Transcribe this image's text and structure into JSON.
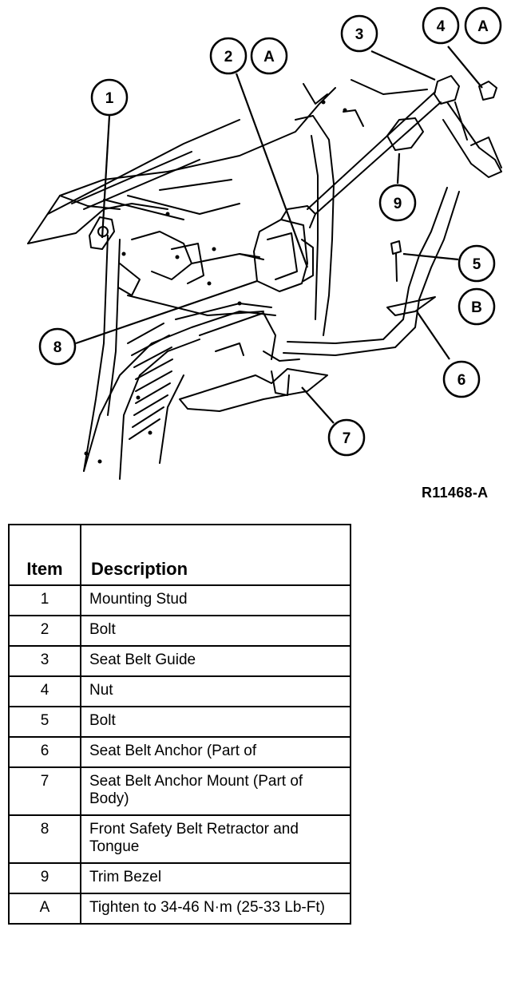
{
  "figure": {
    "id": "R11468-A",
    "callouts": [
      {
        "key": "c1",
        "label": "1"
      },
      {
        "key": "c2",
        "label": "2"
      },
      {
        "key": "c2a",
        "label": "A"
      },
      {
        "key": "c3",
        "label": "3"
      },
      {
        "key": "c4",
        "label": "4"
      },
      {
        "key": "c4a",
        "label": "A"
      },
      {
        "key": "c5",
        "label": "5"
      },
      {
        "key": "c5b",
        "label": "B"
      },
      {
        "key": "c6",
        "label": "6"
      },
      {
        "key": "c7",
        "label": "7"
      },
      {
        "key": "c8",
        "label": "8"
      },
      {
        "key": "c9",
        "label": "9"
      }
    ]
  },
  "legend": {
    "header_item": "Item",
    "header_description": "Description",
    "rows": [
      {
        "item": "1",
        "description": "Mounting Stud"
      },
      {
        "item": "2",
        "description": "Bolt"
      },
      {
        "item": "3",
        "description": "Seat Belt Guide"
      },
      {
        "item": "4",
        "description": "Nut"
      },
      {
        "item": "5",
        "description": "Bolt"
      },
      {
        "item": "6",
        "description": "Seat Belt Anchor (Part of"
      },
      {
        "item": "7",
        "description": "Seat Belt Anchor Mount (Part of Body)"
      },
      {
        "item": "8",
        "description": "Front Safety Belt Retractor and Tongue"
      },
      {
        "item": "9",
        "description": "Trim Bezel"
      },
      {
        "item": "A",
        "description": "Tighten to 34-46 N·m (25-33 Lb-Ft)"
      }
    ]
  }
}
